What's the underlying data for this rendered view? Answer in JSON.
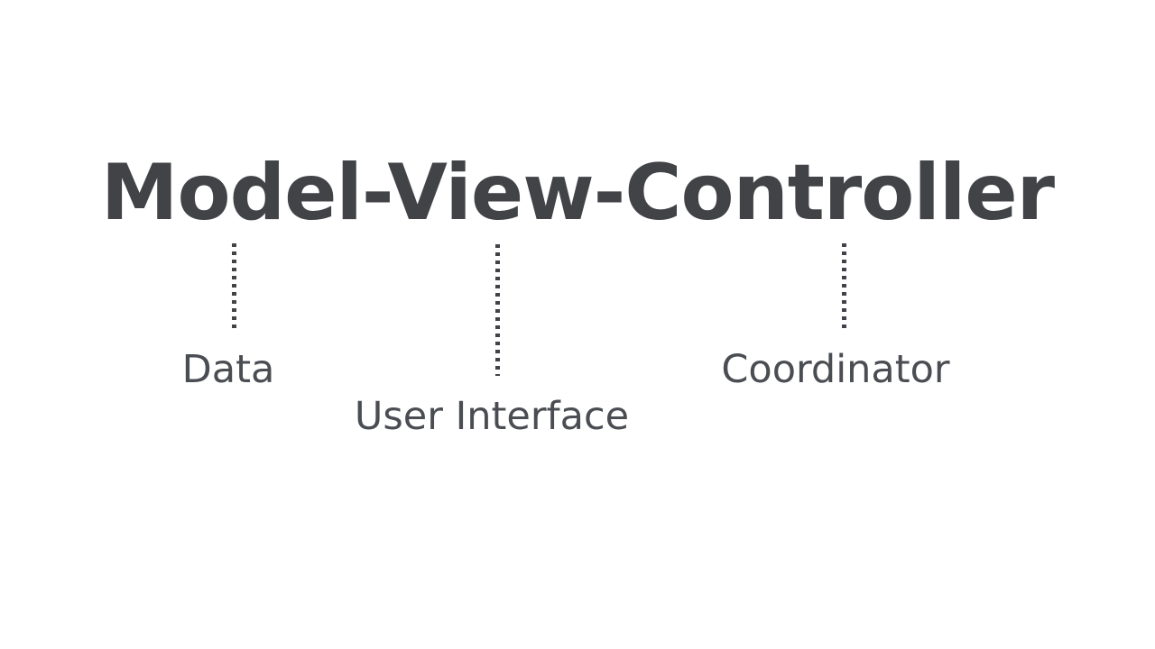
{
  "slide": {
    "background_color": "#ffffff",
    "title": {
      "text": "Model-View-Controller",
      "color": "#414347"
    },
    "annotations": [
      {
        "term": "Model",
        "label": "Data",
        "connector_name": "connector-model"
      },
      {
        "term": "View",
        "label": "User Interface",
        "connector_name": "connector-view"
      },
      {
        "term": "Controller",
        "label": "Coordinator",
        "connector_name": "connector-controller"
      }
    ],
    "connector_color": "#404348",
    "label_color": "#4a4d52"
  }
}
